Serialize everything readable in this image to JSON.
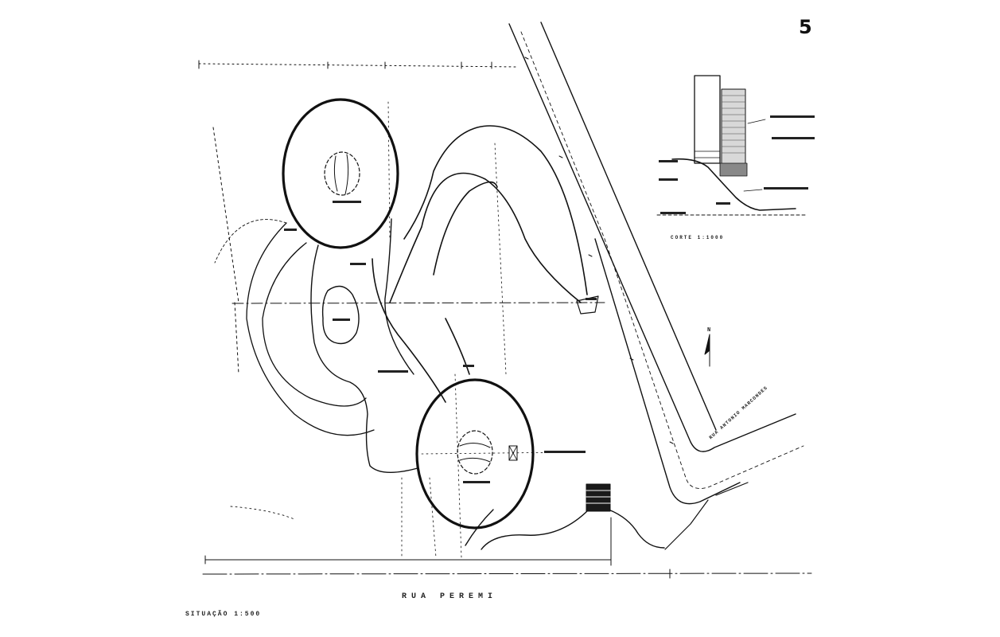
{
  "sheet": {
    "number": "5"
  },
  "labels": {
    "street": "RUA PEREMI",
    "title": "SITUAÇÃO 1:500",
    "section_note": "CORTE 1:1000",
    "north": "N",
    "road_side": "RUA ANTONIO MARCONDES"
  }
}
